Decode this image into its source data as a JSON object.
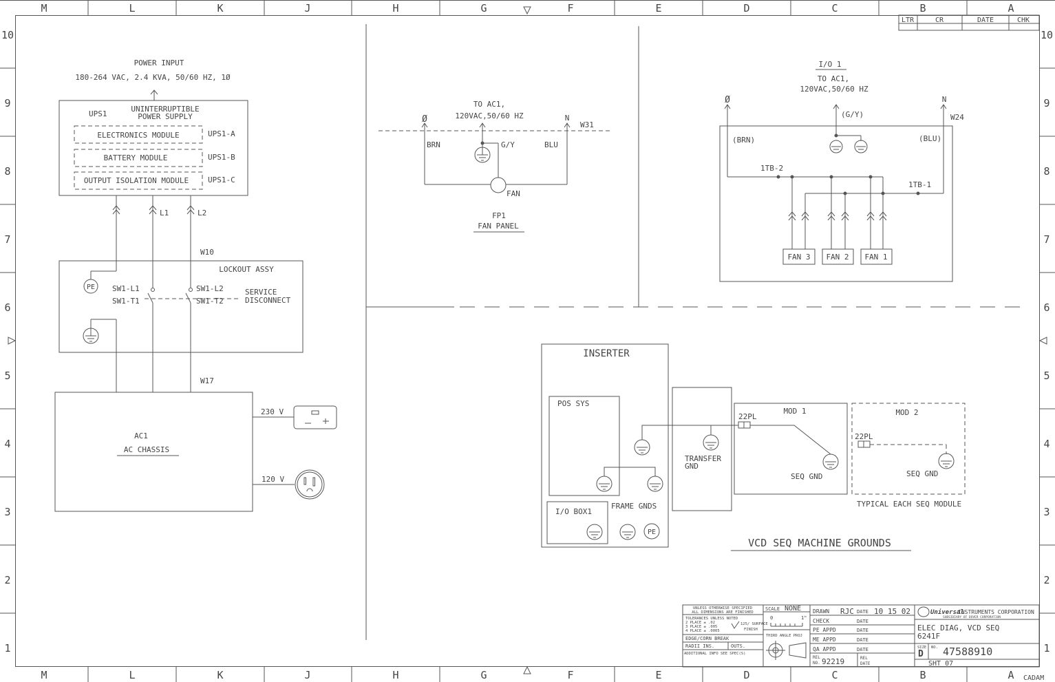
{
  "border": {
    "columns": [
      "M",
      "L",
      "K",
      "J",
      "H",
      "G",
      "F",
      "E",
      "D",
      "C",
      "B",
      "A"
    ],
    "rows": [
      "10",
      "9",
      "8",
      "7",
      "6",
      "5",
      "4",
      "3",
      "2",
      "1"
    ]
  },
  "revision_block": {
    "headers": [
      "LTR",
      "CR",
      "DATE",
      "CHK"
    ]
  },
  "power": {
    "title": "POWER INPUT",
    "spec": "180-264 VAC, 2.4 KVA, 50/60 HZ, 1Ø",
    "ups_ref": "UPS1",
    "ups_name_1": "UNINTERRUPTIBLE",
    "ups_name_2": "POWER SUPPLY",
    "modules": [
      "ELECTRONICS MODULE",
      "BATTERY MODULE",
      "OUTPUT ISOLATION MODULE"
    ],
    "module_refs": [
      "UPS1-A",
      "UPS1-B",
      "UPS1-C"
    ],
    "l1": "L1",
    "l2": "L2",
    "w10": "W10",
    "lockout": "LOCKOUT ASSY",
    "pe": "PE",
    "sw1_l1": "SW1-L1",
    "sw1_t1": "SW1-T1",
    "sw1_l2": "SW1-L2",
    "sw1_t2": "SW1-T2",
    "service": "SERVICE",
    "disconnect": "DISCONNECT",
    "w17": "W17",
    "ac1": "AC1",
    "ac_chassis": "AC CHASSIS",
    "v230": "230 V",
    "v120": "120 V"
  },
  "fan_panel": {
    "to": "TO AC1,",
    "spec": "120VAC,50/60 HZ",
    "phase": "Ø",
    "neutral": "N",
    "w31": "W31",
    "brn": "BRN",
    "gy": "G/Y",
    "blu": "BLU",
    "fan": "FAN",
    "fp1": "FP1",
    "name": "FAN PANEL"
  },
  "io1": {
    "title": "I/O 1",
    "to": "TO AC1,",
    "spec": "120VAC,50/60 HZ",
    "phase": "Ø",
    "neutral": "N",
    "gy": "(G/Y)",
    "w24": "W24",
    "brn": "(BRN)",
    "blu": "(BLU)",
    "tb2": "1TB-2",
    "tb1": "1TB-1",
    "fans": [
      "FAN 3",
      "FAN 2",
      "FAN 1"
    ]
  },
  "grounds": {
    "inserter": "INSERTER",
    "pos_sys": "POS SYS",
    "io_box": "I/O BOX1",
    "frame_gnds": "FRAME GNDS",
    "pe": "PE",
    "transfer_1": "TRANSFER",
    "transfer_2": "GND",
    "pl1": "22PL",
    "pl2": "22PL",
    "mod1": "MOD 1",
    "mod2": "MOD 2",
    "seq_gnd_1": "SEQ GND",
    "seq_gnd_2": "SEQ GND",
    "typical": "TYPICAL EACH SEQ MODULE",
    "title": "VCD SEQ MACHINE GROUNDS"
  },
  "title_block": {
    "notes": [
      "UNLESS OTHERWISE SPECIFIED",
      "ALL DIMENSIONS ARE FINISHED",
      "TOLERANCES UNLESS NOTED",
      "2 PLACE ± .02",
      "3 PLACE ± .005",
      "4 PLACE ± .0005",
      "125/ SURFACE",
      "FINISH",
      "EDGE/CORN BREAK",
      "RADII INS.",
      "OUTS.",
      "ADDITIONAL INFO SEE SPEC(S)"
    ],
    "scale_label": "SCALE",
    "scale_value": "NONE",
    "ruler_0": "0",
    "ruler_1": "1\"",
    "projection": "THIRD ANGLE PROJ",
    "roles": [
      "DRAWN",
      "CHECK",
      "PE APPD",
      "ME APPD",
      "QA APPD"
    ],
    "drawn_by": "RJC",
    "date_label": "DATE",
    "drawn_date": "10 15 02",
    "rel_no_label_1": "REL",
    "rel_no_label_2": "NO.",
    "rel_no": "92219",
    "rel_date_1": "REL",
    "rel_date_2": "DATE",
    "company_logo": "Universal",
    "company": "INSTRUMENTS CORPORATION",
    "subsidiary": "SUBSIDIARY OF DOVER CORPORATION",
    "title_1": "ELEC DIAG, VCD SEQ",
    "title_2": "6241F",
    "size_label": "SIZE",
    "size": "D",
    "no_label": "NO.",
    "drawing_no": "47588910",
    "sheet": "SHT 07",
    "cadam": "CADAM"
  }
}
